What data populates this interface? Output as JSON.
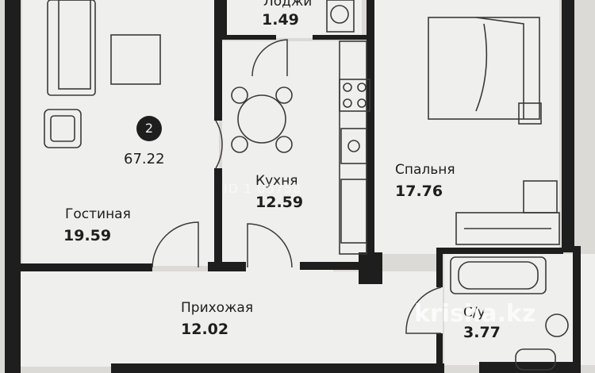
{
  "apartment": {
    "number": "2",
    "total_area": "67.22"
  },
  "rooms": {
    "loggia": {
      "name": "Лоджи",
      "area": "1.49"
    },
    "kitchen": {
      "name": "Кухня",
      "area": "12.59"
    },
    "bedroom": {
      "name": "Спальня",
      "area": "17.76"
    },
    "living": {
      "name": "Гостиная",
      "area": "19.59"
    },
    "hallway": {
      "name": "Прихожая",
      "area": "12.02"
    },
    "bathroom": {
      "name": "С/у",
      "area": "3.77"
    }
  },
  "watermarks": {
    "listing_id": "ID 1     05758",
    "site": "krisha.kz"
  },
  "colors": {
    "wall": "#1e1e1e",
    "floor": "#efefee",
    "furniture": "#3a3a3a"
  }
}
